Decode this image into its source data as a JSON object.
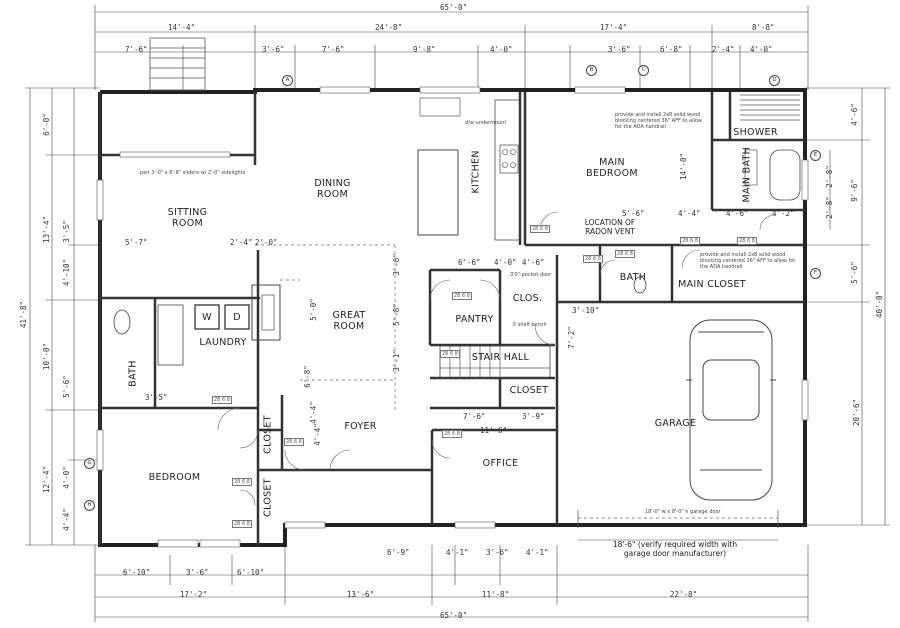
{
  "rooms": {
    "sitting": "SITTING ROOM",
    "dining": "DINING ROOM",
    "kitchen": "KITCHEN",
    "main_bedroom": "MAIN BEDROOM",
    "shower": "SHOWER",
    "main_bath": "MAIN BATH",
    "radon": "LOCATION OF RADON VENT",
    "bath_small": "BATH",
    "main_closet": "MAIN CLOSET",
    "laundry": "LAUNDRY",
    "washer": "W",
    "dryer": "D",
    "great": "GREAT ROOM",
    "pantry": "PANTRY",
    "clos": "CLOS.",
    "stair_hall": "STAIR HALL",
    "closet_hall": "CLOSET",
    "bath_left": "BATH",
    "foyer": "FOYER",
    "closet_a": "CLOSET",
    "closet_b": "CLOSET",
    "bedroom": "BEDROOM",
    "office": "OFFICE",
    "garage": "GARAGE"
  },
  "dimensions": {
    "overall_top": "65'-0\"",
    "overall_bottom": "65'-0\"",
    "top_row": [
      "14'-4\"",
      "24'-8\"",
      "17'-4\"",
      "8'-8\""
    ],
    "top_row2": [
      "7'-6\"",
      "3'-6\"",
      "7'-6\"",
      "9'-8\"",
      "4'-0\"",
      "3'-6\"",
      "6'-8\"",
      "2'-4\"",
      "4'-0\""
    ],
    "bottom_row1": [
      "6'-10\"",
      "3'-6\"",
      "6'-10\"",
      "6'-9\"",
      "4'-1\"",
      "3'-6\"",
      "4'-1\""
    ],
    "bottom_row2": [
      "17'-2\"",
      "13'-6\"",
      "11'-8\"",
      "22'-8\""
    ],
    "left_overall": "41'-8\"",
    "left_segments": [
      "6'-0\"",
      "13'-4\"",
      "10'-0\"",
      "12'-4\""
    ],
    "left_sub": [
      "3'-5\"",
      "4'-10\"",
      "5'-6\"",
      "4'-0\"",
      "4'-4\""
    ],
    "right_overall": "40'-0\"",
    "right_segments": [
      "4'-6\"",
      "9'-6\"",
      "5'-6\"",
      "20'-6\""
    ],
    "right_sub": [
      "2'-8\"",
      "2'-8\""
    ],
    "interior": [
      "5'-7\"",
      "2'-4\"",
      "2'-0\"",
      "5'-0\"",
      "3'-6\"",
      "5'-8\"",
      "6'-6\"",
      "4'-6\"",
      "7'-2\"",
      "3'-1\"",
      "6'-8\"",
      "4'-4\"",
      "7'-6\"",
      "3'-9\"",
      "11'-6\"",
      "4'-4\"",
      "3'-5\"",
      "14'-0\"",
      "5'-6\"",
      "4'-4\"",
      "4'-6\"",
      "4'-2\"",
      "3'-10\"",
      "4'-0\""
    ]
  },
  "notes": {
    "garage_width": "18'-6\" (verify required width with garage door manufacturer)",
    "garage_door": "18'-0\" w x 8'-0\" h garage door",
    "slider": "pair 3'-0\" x 6'-8\" sliders w/ 2'-0\" sidelights",
    "grab_bar_top": "provide and install 2x8 solid wood blocking centered 36\" AFF to allow for the ADA handrail",
    "grab_bar_mid": "provide and install 2x8 solid wood blocking centered 36\" AFF to allow for the ADA handrail",
    "pocket_door": "3'0\" pocket door",
    "dw": "d/w undermount",
    "shelf": "5 shelf bench"
  },
  "door_tags": [
    "28 6 8",
    "28 6 8",
    "28 6 8",
    "28 6 8",
    "28 6 8",
    "28 6 8",
    "28 6 8",
    "28 6 8",
    "28 6 8",
    "28 6 8",
    "28 6 8",
    "28 6 8"
  ],
  "grid_marks": [
    "A",
    "B",
    "C",
    "D",
    "E",
    "F",
    "G",
    "H"
  ]
}
